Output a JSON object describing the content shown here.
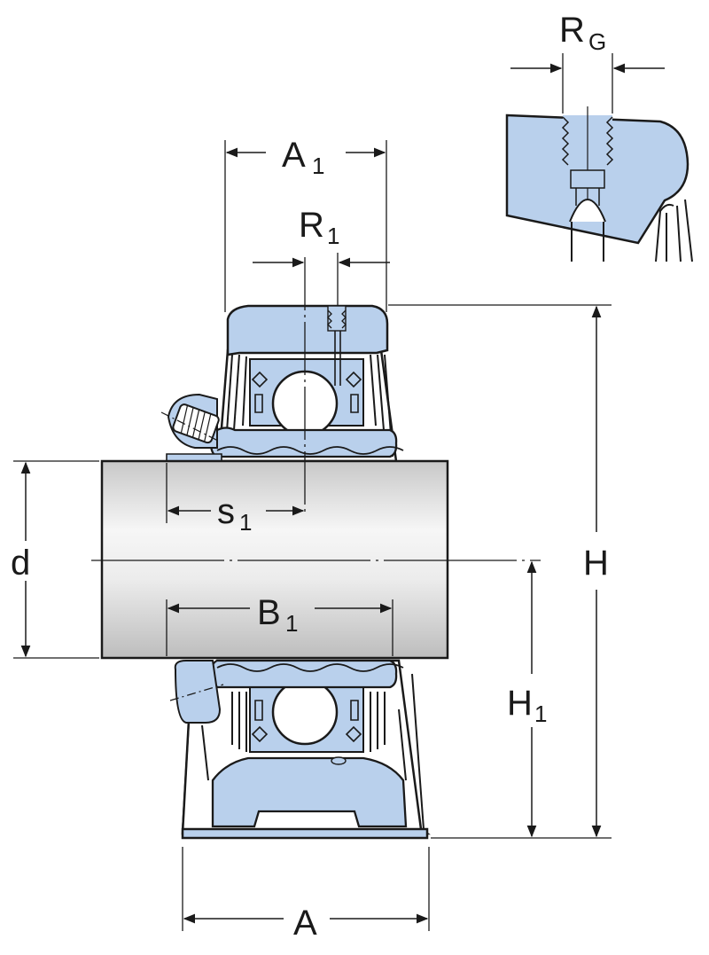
{
  "labels": {
    "rg_main": "R",
    "rg_sub": "G",
    "a1_main": "A",
    "a1_sub": "1",
    "r1_main": "R",
    "r1_sub": "1",
    "s1_main": "s",
    "s1_sub": "1",
    "d": "d",
    "b1_main": "B",
    "b1_sub": "1",
    "h": "H",
    "h1_main": "H",
    "h1_sub": "1",
    "a": "A"
  },
  "colors": {
    "housing": "#b9d0ec",
    "outline": "#1a1a1a",
    "shaft_light": "#f4f4f4",
    "shaft_dark": "#c9c9c9",
    "ball": "#ffffff"
  }
}
